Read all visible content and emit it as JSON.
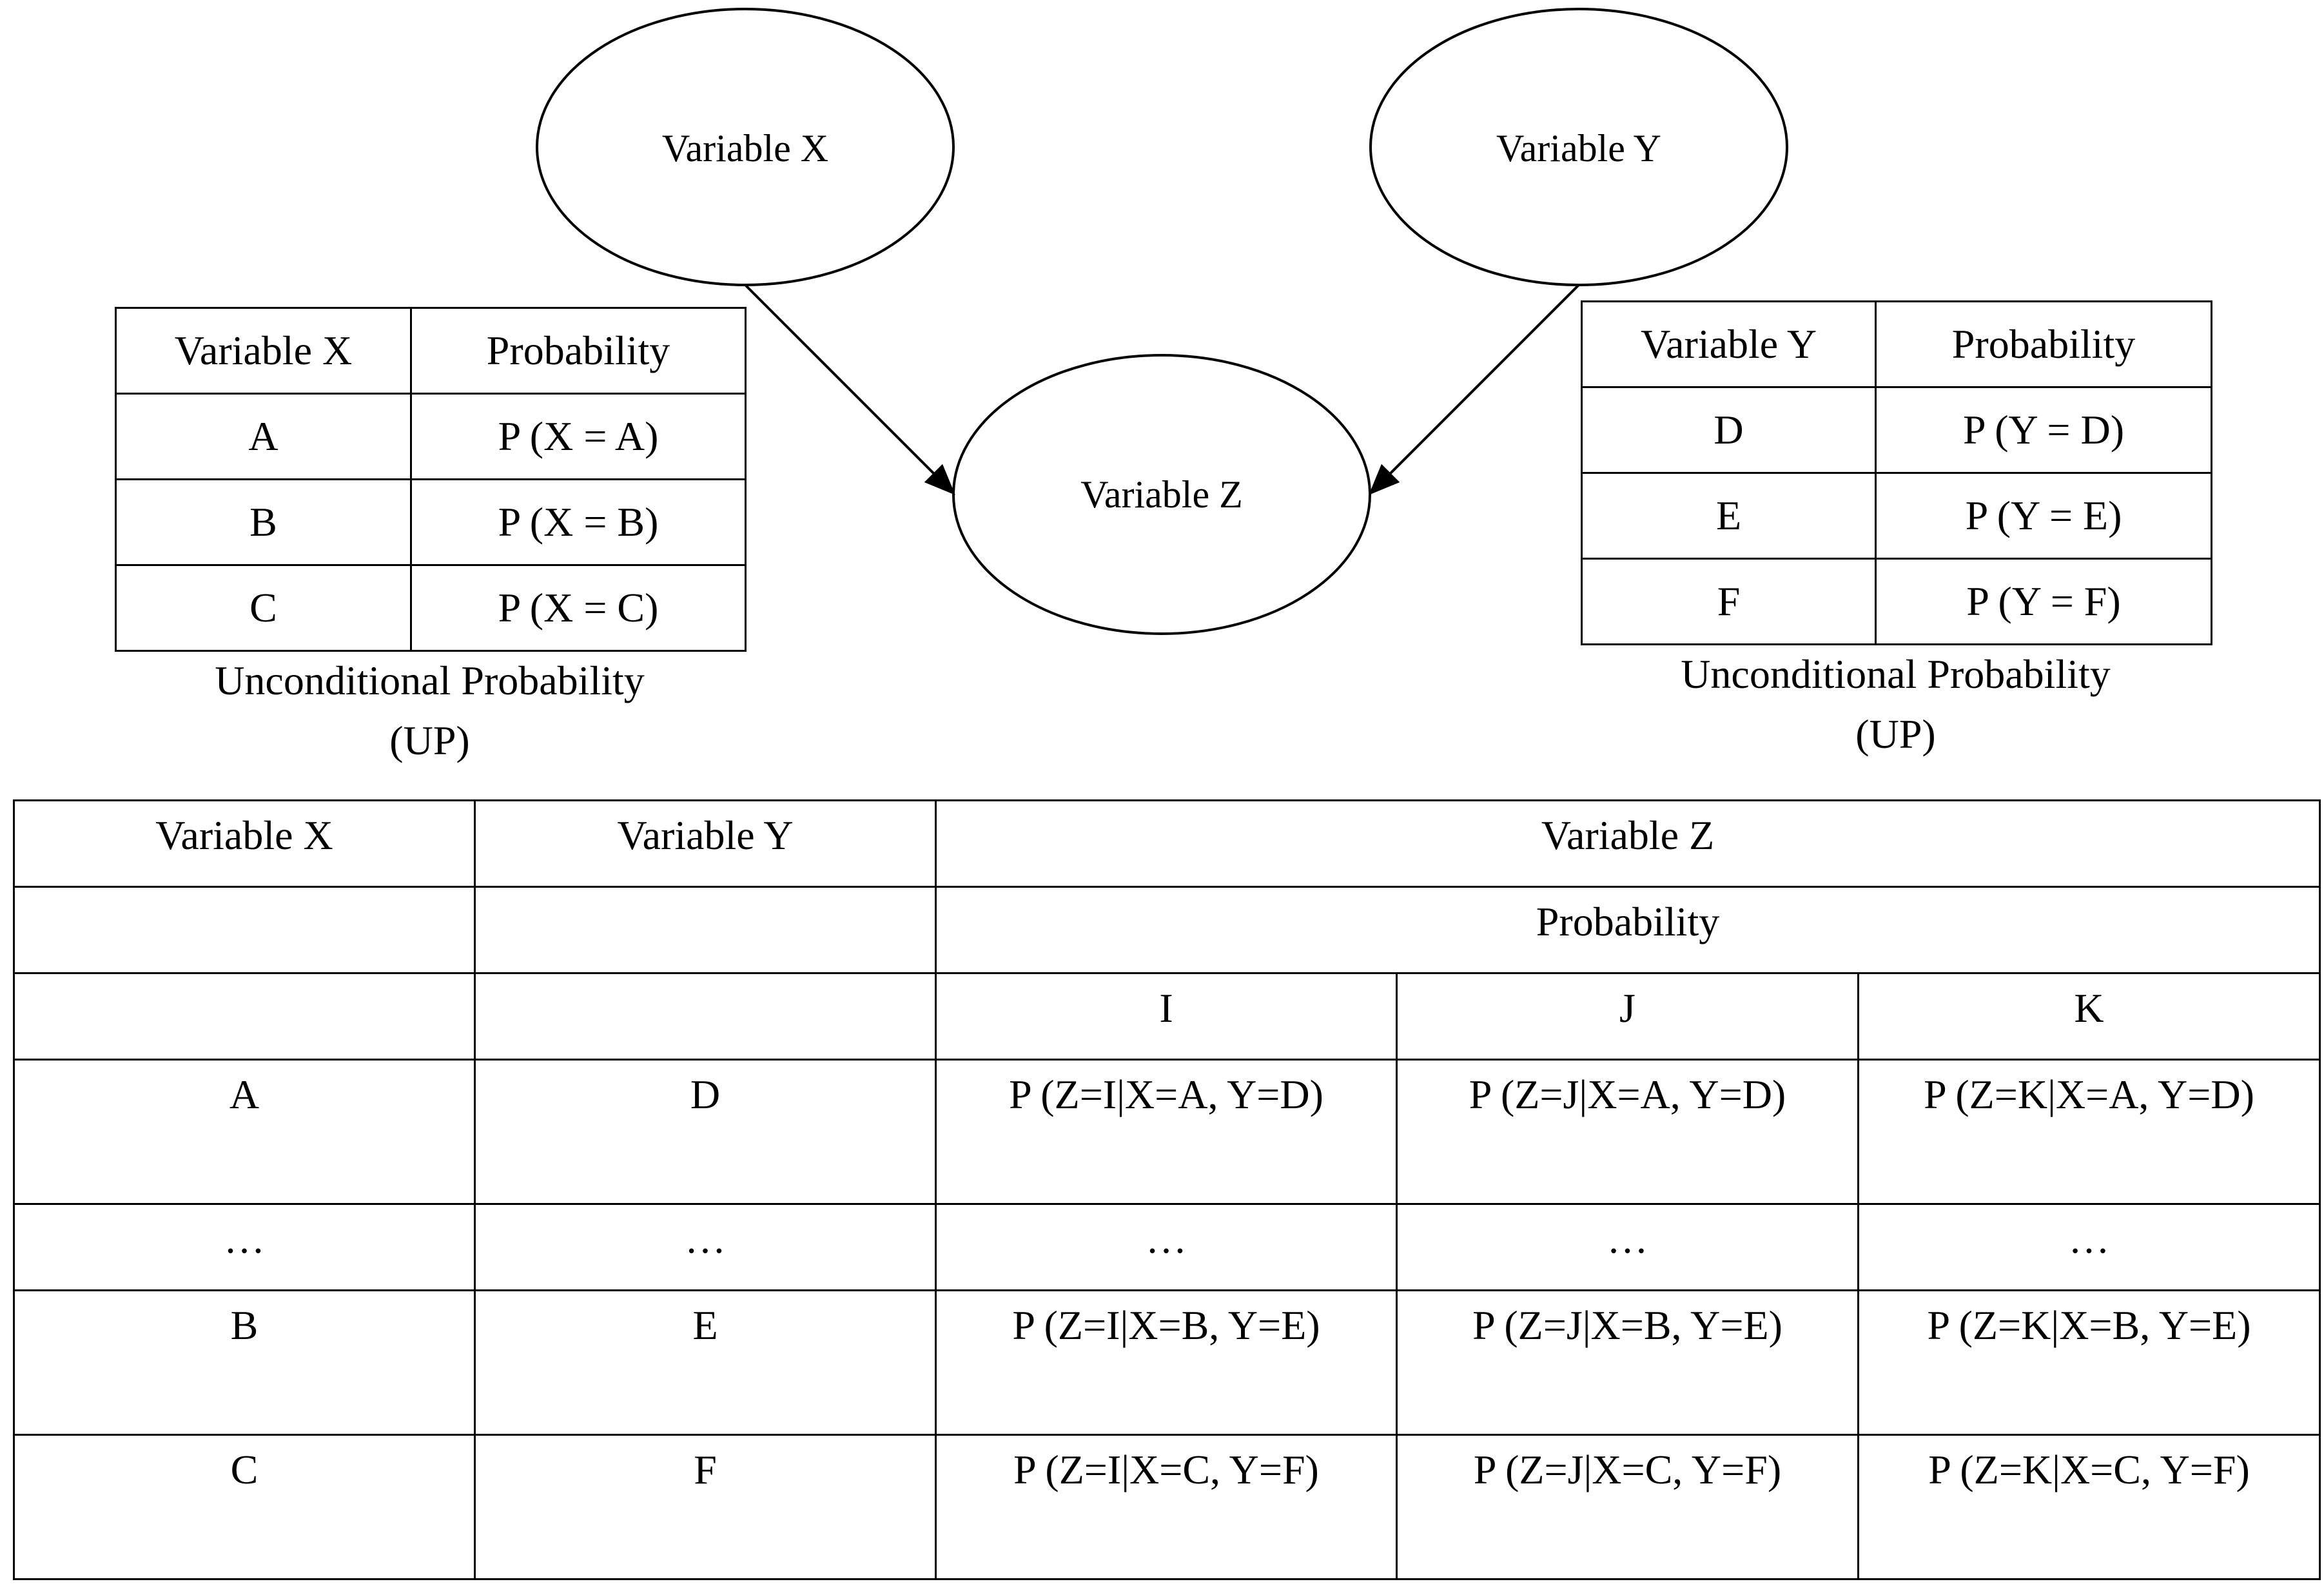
{
  "nodes": {
    "x": "Variable X",
    "y": "Variable Y",
    "z": "Variable Z"
  },
  "table_x": {
    "header": [
      "Variable X",
      "Probability"
    ],
    "rows": [
      [
        "A",
        "P (X = A)"
      ],
      [
        "B",
        "P (X = B)"
      ],
      [
        "C",
        "P (X = C)"
      ]
    ],
    "caption_line1": "Unconditional Probability",
    "caption_line2": "(UP)"
  },
  "table_y": {
    "header": [
      "Variable Y",
      "Probability"
    ],
    "rows": [
      [
        "D",
        "P (Y = D)"
      ],
      [
        "E",
        "P (Y = E)"
      ],
      [
        "F",
        "P (Y = F)"
      ]
    ],
    "caption_line1": "Unconditional Probability",
    "caption_line2": "(UP)"
  },
  "table_z": {
    "col_x": "Variable X",
    "col_y": "Variable Y",
    "col_z": "Variable Z",
    "probability": "Probability",
    "states": [
      "I",
      "J",
      "K"
    ],
    "rows": [
      [
        "A",
        "D",
        "P (Z=I|X=A, Y=D)",
        "P (Z=J|X=A, Y=D)",
        "P (Z=K|X=A, Y=D)"
      ],
      [
        "…",
        "…",
        "…",
        "…",
        "…"
      ],
      [
        "B",
        "E",
        "P (Z=I|X=B, Y=E)",
        "P (Z=J|X=B, Y=E)",
        "P (Z=K|X=B, Y=E)"
      ],
      [
        "C",
        "F",
        "P (Z=I|X=C, Y=F)",
        "P (Z=J|X=C, Y=F)",
        "P (Z=K|X=C, Y=F)"
      ]
    ]
  }
}
